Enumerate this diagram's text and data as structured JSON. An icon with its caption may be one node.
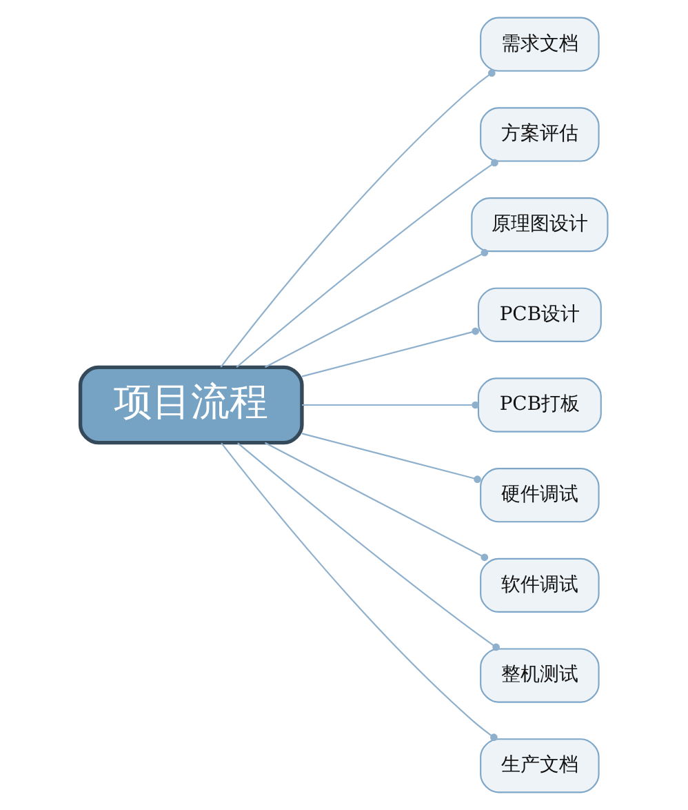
{
  "diagram": {
    "nodes": [
      {
        "text": [
          "项目流程"
        ]
      },
      {
        "text": [
          "需求文档"
        ]
      },
      {
        "text": [
          "方案评估"
        ]
      },
      {
        "text": [
          "原理图设计"
        ]
      },
      {
        "text": [
          "PCB设计"
        ]
      },
      {
        "text": [
          "PCB打板"
        ]
      },
      {
        "text": [
          "硬件调试"
        ]
      },
      {
        "text": [
          "软件调试"
        ]
      },
      {
        "text": [
          "整机测试"
        ]
      },
      {
        "text": [
          "生产文档"
        ]
      }
    ],
    "edges": [
      {
        "from": 0,
        "to": 1,
        "arrow": "other"
      },
      {
        "from": 0,
        "to": 2,
        "arrow": "other"
      },
      {
        "from": 0,
        "to": 3,
        "arrow": "other"
      },
      {
        "from": 0,
        "to": 4,
        "arrow": "other"
      },
      {
        "from": 0,
        "to": 5,
        "arrow": "other"
      },
      {
        "from": 0,
        "to": 6,
        "arrow": "other"
      },
      {
        "from": 0,
        "to": 7,
        "arrow": "other"
      },
      {
        "from": 0,
        "to": 8,
        "arrow": "other"
      },
      {
        "from": 0,
        "to": 9,
        "arrow": "other"
      }
    ]
  }
}
